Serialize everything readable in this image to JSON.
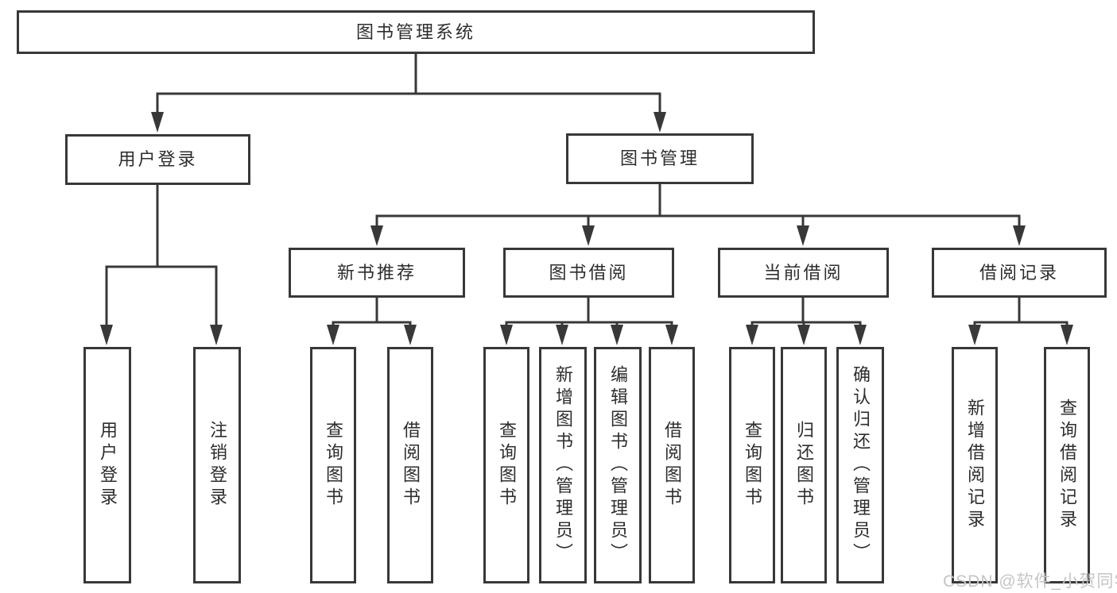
{
  "diagram": {
    "root": {
      "label": "图书管理系统"
    },
    "level2": [
      {
        "label": "用户登录"
      },
      {
        "label": "图书管理"
      }
    ],
    "level3": [
      {
        "label": "新书推荐"
      },
      {
        "label": "图书借阅"
      },
      {
        "label": "当前借阅"
      },
      {
        "label": "借阅记录"
      }
    ],
    "leaves": [
      {
        "label": "用户登录"
      },
      {
        "label": "注销登录"
      },
      {
        "label": "查询图书"
      },
      {
        "label": "借阅图书"
      },
      {
        "label": "查询图书"
      },
      {
        "label": "新增图书（管理员）"
      },
      {
        "label": "编辑图书（管理员）"
      },
      {
        "label": "借阅图书"
      },
      {
        "label": "查询图书"
      },
      {
        "label": "归还图书"
      },
      {
        "label": "确认归还（管理员）"
      },
      {
        "label": "新增借阅记录"
      },
      {
        "label": "查询借阅记录"
      }
    ]
  },
  "watermark": {
    "text": "CSDN @软件_小贺同学"
  },
  "colors": {
    "line": "#383838",
    "box_border": "#383838",
    "text": "#2d2d2d",
    "watermark": "#c5c5c5",
    "background": "#ffffff"
  }
}
